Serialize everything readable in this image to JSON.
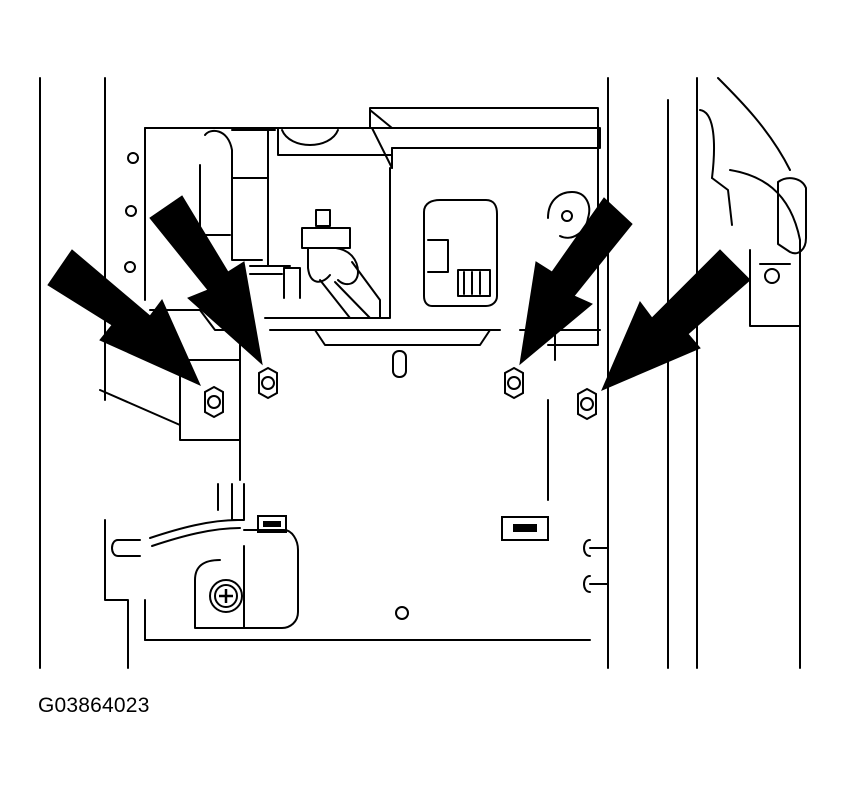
{
  "figure": {
    "code": "G03864023"
  },
  "callouts": {
    "count": 4,
    "points_to": "mounting-nut"
  },
  "colors": {
    "line": "#000000",
    "background": "#ffffff"
  }
}
